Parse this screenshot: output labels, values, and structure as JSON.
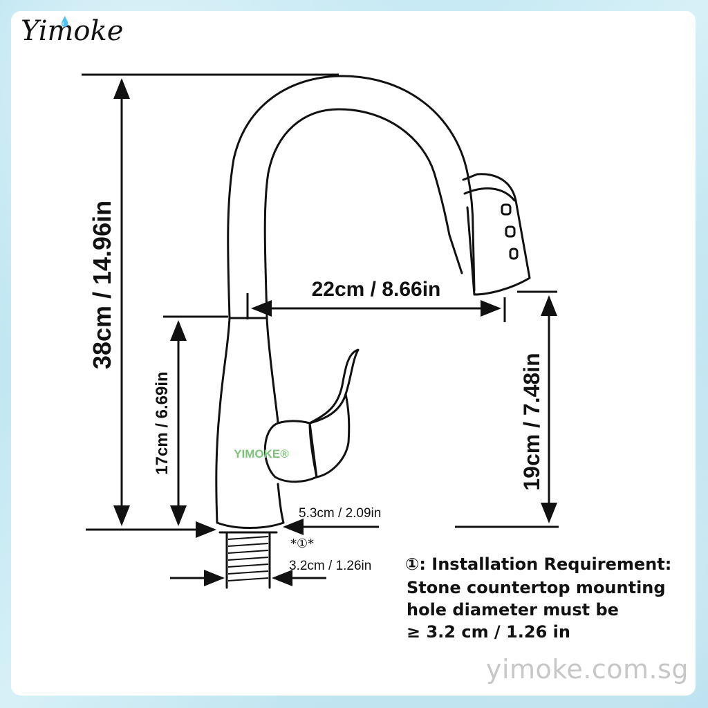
{
  "brand": {
    "logo_text": "Yimoke",
    "faucet_mark": "YIMOKE®",
    "website": "yimoke.com.sg",
    "accent_color": "#3fa7d6",
    "mark_color": "#7cc47a"
  },
  "dimensions": {
    "total_height": "38cm / 14.96in",
    "body_height": "17cm / 6.69in",
    "reach": "22cm / 8.66in",
    "spout_clearance": "19cm / 7.48in",
    "base_diameter": "5.3cm / 2.09in",
    "shank_diameter": "3.2cm / 1.26in"
  },
  "footnote": {
    "marker": "*①*",
    "symbol": "①",
    "title": "①: Installation Requirement:",
    "lines": [
      "Stone countertop mounting",
      "hole diameter must be",
      "≥ 3.2 cm  /  1.26 in"
    ]
  }
}
